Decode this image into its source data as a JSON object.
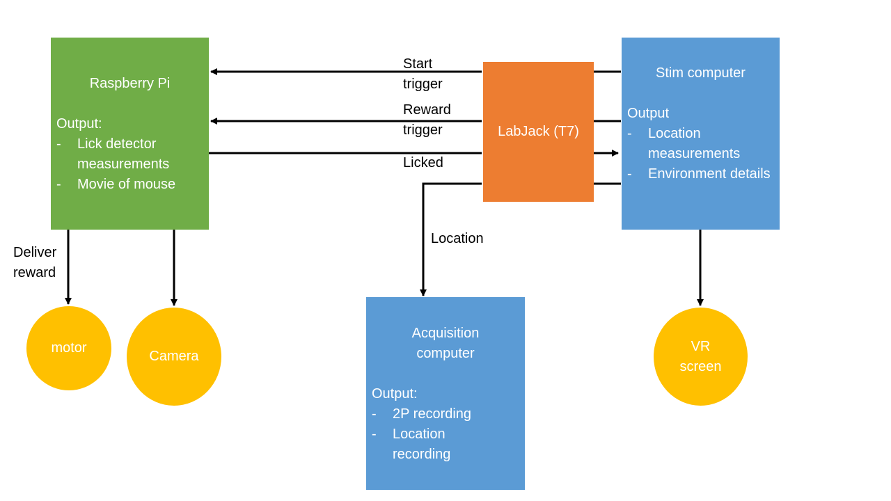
{
  "raspberry_pi": {
    "title": "Raspberry Pi",
    "output_label": "Output:",
    "outputs": [
      "Lick detector measurements",
      "Movie of mouse"
    ]
  },
  "labjack": {
    "title": "LabJack (T7)"
  },
  "stim_computer": {
    "title": "Stim computer",
    "output_label": "Output",
    "outputs": [
      "Location measurements",
      "Environment details"
    ]
  },
  "acquisition_computer": {
    "title": "Acquisition computer",
    "output_label": "Output:",
    "outputs": [
      "2P recording",
      "Location recording"
    ]
  },
  "devices": {
    "motor": "motor",
    "camera": "Camera",
    "vr_screen": "VR screen"
  },
  "edges": {
    "start_trigger": "Start trigger",
    "reward_trigger": "Reward trigger",
    "licked": "Licked",
    "location": "Location",
    "deliver_reward": "Deliver reward"
  },
  "colors": {
    "raspberry_pi": "#70ad47",
    "labjack": "#ed7d31",
    "computers": "#5b9bd5",
    "devices": "#ffc000",
    "connectors": "#000000"
  }
}
